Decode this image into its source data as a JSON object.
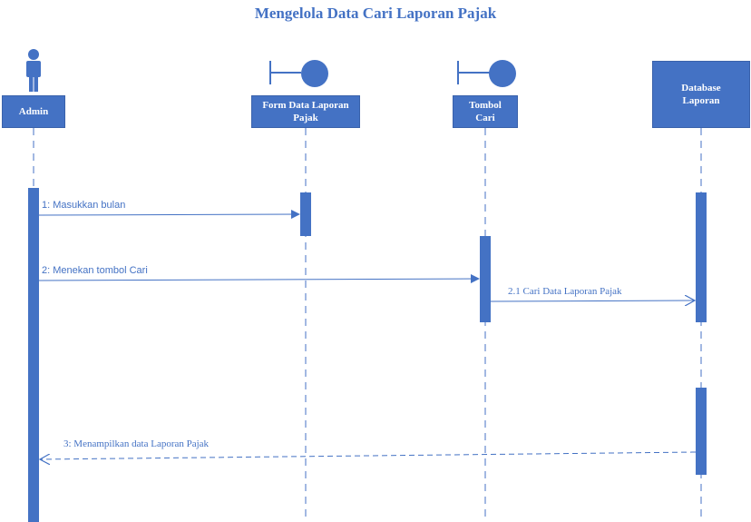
{
  "diagram": {
    "title": "Mengelola Data Cari Laporan Pajak",
    "accent_color": "#4472C4",
    "lifelines": [
      {
        "id": "admin",
        "type": "actor",
        "label": "Admin"
      },
      {
        "id": "form",
        "type": "boundary",
        "label": "Form Data Laporan Pajak"
      },
      {
        "id": "tombol",
        "type": "boundary",
        "label": "Tombol Cari"
      },
      {
        "id": "database",
        "type": "entity",
        "label": "Database Laporan"
      }
    ],
    "messages": [
      {
        "id": "m1",
        "from": "admin",
        "to": "form",
        "label": "1: Masukkan bulan",
        "style": "sync"
      },
      {
        "id": "m2",
        "from": "admin",
        "to": "tombol",
        "label": "2: Menekan tombol Cari",
        "style": "sync"
      },
      {
        "id": "m21",
        "from": "tombol",
        "to": "database",
        "label": "2.1 Cari Data Laporan Pajak",
        "style": "open"
      },
      {
        "id": "m3",
        "from": "database",
        "to": "admin",
        "label": "3: Menampilkan data Laporan Pajak",
        "style": "return"
      }
    ]
  }
}
